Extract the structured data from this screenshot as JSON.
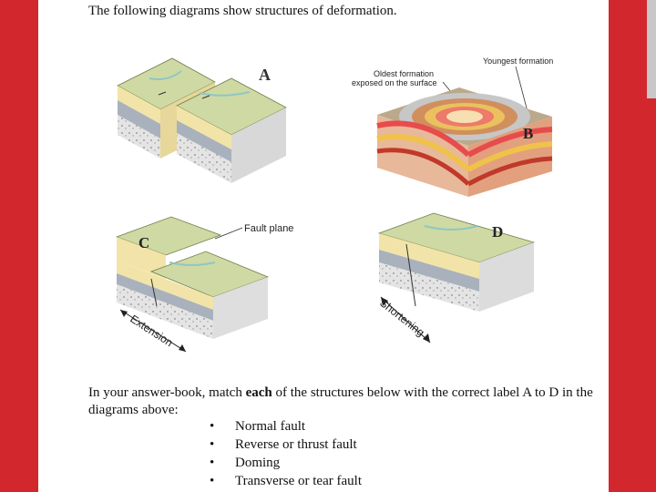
{
  "heading": "The following diagrams show structures of deformation.",
  "diagrams": {
    "a": {
      "letter": "A"
    },
    "b": {
      "letter": "B",
      "youngest": "Youngest formation",
      "oldest_line1": "Oldest formation",
      "oldest_line2": "exposed on the surface"
    },
    "c": {
      "letter": "C",
      "fault_plane": "Fault plane",
      "extension": "Extension"
    },
    "d": {
      "letter": "D",
      "shortening": "Shortening"
    }
  },
  "question": {
    "prefix": "In your answer-book, match ",
    "bold": "each",
    "suffix": " of the structures below with the correct label A to D in the diagrams above:"
  },
  "options": [
    "Normal fault",
    "Reverse or thrust fault",
    "Doming",
    "Transverse or tear fault"
  ],
  "colors": {
    "background": "#d3272e",
    "surface": "#cfd9a3",
    "sand": "#f2e4a8",
    "shale": "#a9b1bd",
    "rock": "#e2e2e2",
    "stream": "#8fc7c3"
  }
}
